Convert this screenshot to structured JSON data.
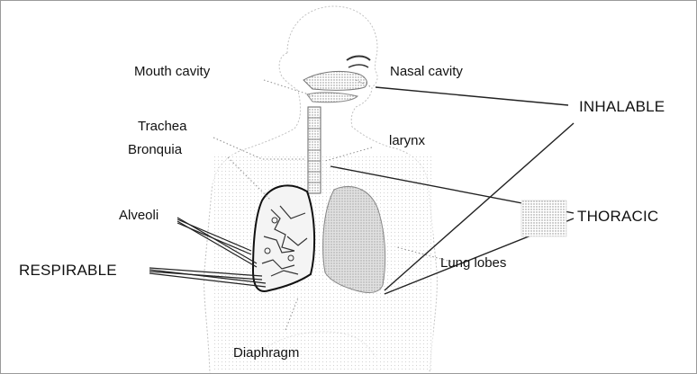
{
  "labels": {
    "mouth_cavity": "Mouth cavity",
    "nasal_cavity": "Nasal cavity",
    "trachea": "Trachea",
    "bronquia": "Bronquia",
    "larynx": "larynx",
    "alveoli": "Alveoli",
    "lung_lobes": "Lung lobes",
    "diaphragm": "Diaphragm"
  },
  "fractions": {
    "inhalable": "INHALABLE",
    "thoracic": "THORACIC",
    "respirable": "RESPIRABLE"
  },
  "colors": {
    "outline": "#bdbdbd",
    "leader": "#111111",
    "dotted": "#9e9e9e",
    "lung_fill": "#c9c9c9"
  }
}
